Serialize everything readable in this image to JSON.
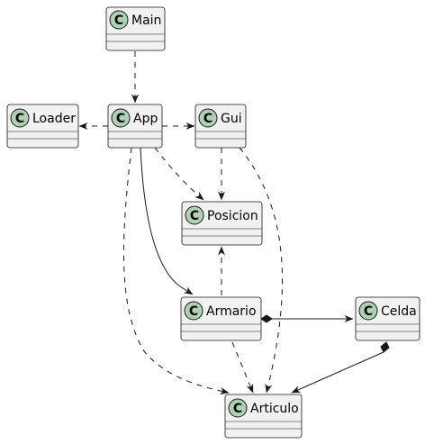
{
  "diagram": {
    "type": "uml-class-diagram",
    "colors": {
      "class_fill": "#F1F1F1",
      "class_border": "#181818",
      "badge_fill": "#ADD1B2",
      "edge": "#181818"
    },
    "badge_letter": "C",
    "classes": [
      {
        "id": "main",
        "name": "Main"
      },
      {
        "id": "loader",
        "name": "Loader"
      },
      {
        "id": "app",
        "name": "App"
      },
      {
        "id": "gui",
        "name": "Gui"
      },
      {
        "id": "posicion",
        "name": "Posicion"
      },
      {
        "id": "armario",
        "name": "Armario"
      },
      {
        "id": "celda",
        "name": "Celda"
      },
      {
        "id": "articulo",
        "name": "Articulo"
      }
    ],
    "relations": [
      {
        "id": "main-app",
        "from": "Main",
        "to": "App",
        "kind": "dependency"
      },
      {
        "id": "app-loader",
        "from": "App",
        "to": "Loader",
        "kind": "dependency"
      },
      {
        "id": "app-gui",
        "from": "App",
        "to": "Gui",
        "kind": "dependency"
      },
      {
        "id": "app-posicion",
        "from": "App",
        "to": "Posicion",
        "kind": "dependency"
      },
      {
        "id": "gui-posicion",
        "from": "Gui",
        "to": "Posicion",
        "kind": "dependency"
      },
      {
        "id": "app-armario",
        "from": "App",
        "to": "Armario",
        "kind": "association"
      },
      {
        "id": "armario-posicion",
        "from": "Armario",
        "to": "Posicion",
        "kind": "dependency"
      },
      {
        "id": "app-articulo",
        "from": "App",
        "to": "Articulo",
        "kind": "dependency"
      },
      {
        "id": "gui-articulo",
        "from": "Gui",
        "to": "Articulo",
        "kind": "dependency"
      },
      {
        "id": "armario-articulo",
        "from": "Armario",
        "to": "Articulo",
        "kind": "dependency"
      },
      {
        "id": "armario-celda",
        "from": "Armario",
        "to": "Celda",
        "kind": "composition"
      },
      {
        "id": "celda-articulo",
        "from": "Celda",
        "to": "Articulo",
        "kind": "composition"
      }
    ]
  }
}
